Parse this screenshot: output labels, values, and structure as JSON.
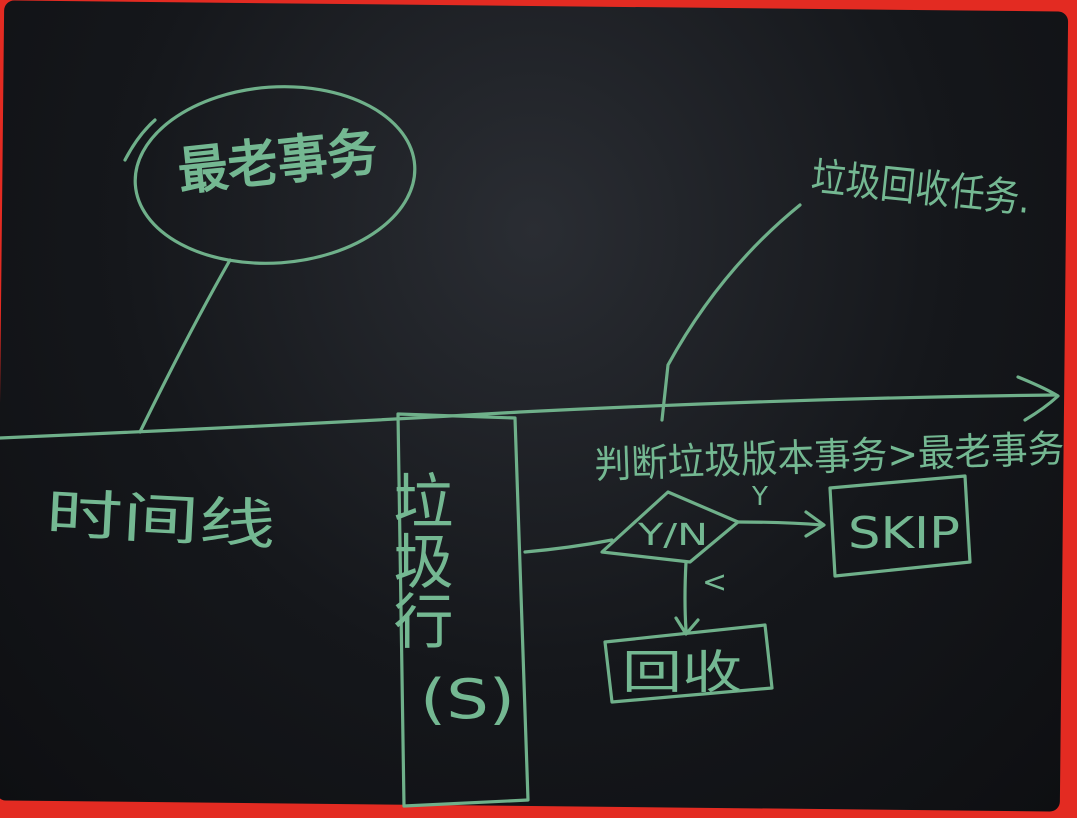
{
  "diagram": {
    "oldest_txn_label": "最老事务",
    "gc_task_label": "垃圾回收任务.",
    "timeline_label": "时间线",
    "garbage_row_label": "垃圾行",
    "garbage_row_sub": "(S)",
    "judge_text": "判断垃圾版本事务>最老事务",
    "decision_label": "Y/N",
    "yes_branch": "Y",
    "no_branch": "<",
    "skip_label": "SKIP",
    "recycle_label": "回收"
  },
  "colors": {
    "ink": "#6fb08a",
    "screen": "#15171b",
    "frame": "#e32b22"
  }
}
